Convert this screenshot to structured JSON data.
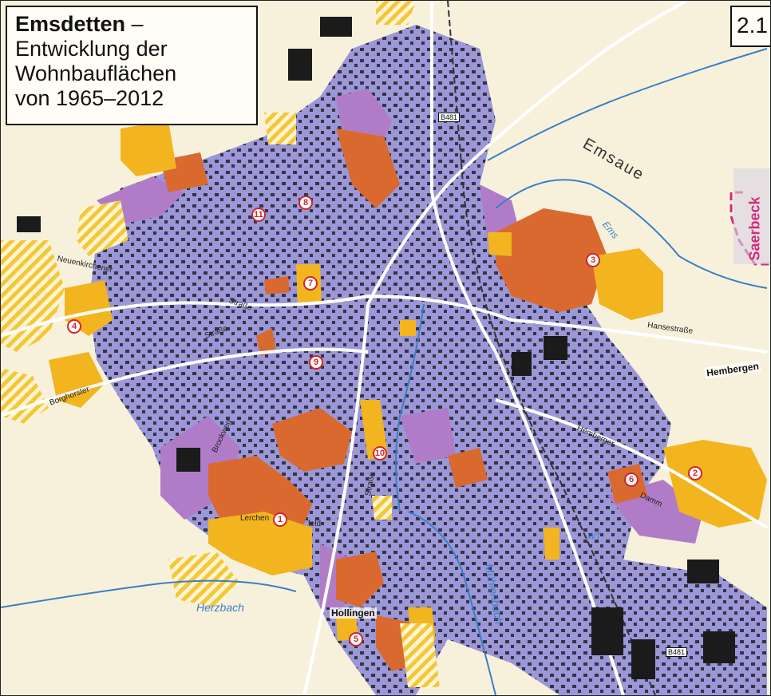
{
  "title": {
    "town": "Emsdetten",
    "dash": " –",
    "line2": "Entwicklung der",
    "line3": "Wohnbauflächen",
    "line4": "von 1965–2012"
  },
  "map_number": "2.1",
  "colors": {
    "background": "#f7f1dc",
    "existing_housing": "#9b97d8",
    "purple_period": "#b07cc8",
    "orange_period": "#d9692f",
    "yellow_period": "#f2b51f",
    "planned_hatched": "#f6d15a",
    "water": "#3a7fc4",
    "municipal_boundary": "#d42a7a",
    "marker_red": "#d0262a"
  },
  "markers": [
    {
      "id": "1",
      "label": "1"
    },
    {
      "id": "2",
      "label": "2"
    },
    {
      "id": "3",
      "label": "3"
    },
    {
      "id": "4",
      "label": "4"
    },
    {
      "id": "5",
      "label": "5"
    },
    {
      "id": "6",
      "label": "6"
    },
    {
      "id": "7",
      "label": "7"
    },
    {
      "id": "8",
      "label": "8"
    },
    {
      "id": "9",
      "label": "9"
    },
    {
      "id": "10",
      "label": "10"
    },
    {
      "id": "11",
      "label": "11"
    }
  ],
  "labels": {
    "ems_river": "Ems",
    "emsaue": "Emsaue",
    "saerbeck": "Saerbeck",
    "hembergen": "Hembergen",
    "hollingen": "Hollingen",
    "herzbach": "Herzbach",
    "muehlenbach": "Mühlenbach",
    "b481_north": "B481",
    "b481_south": "B481",
    "neuenkirchener": "Neuenkirchener",
    "strasse1": "Straße",
    "strasse2": "Straße",
    "strasse3": "Straße",
    "hansestrasse": "Hansestraße",
    "lerchen": "Lerchen",
    "feld": "feld",
    "borghorster": "Borghorster",
    "brookweg": "Brookweg",
    "hemberger": "Hemberger",
    "damm": "Damm",
    "wt": "WT"
  }
}
